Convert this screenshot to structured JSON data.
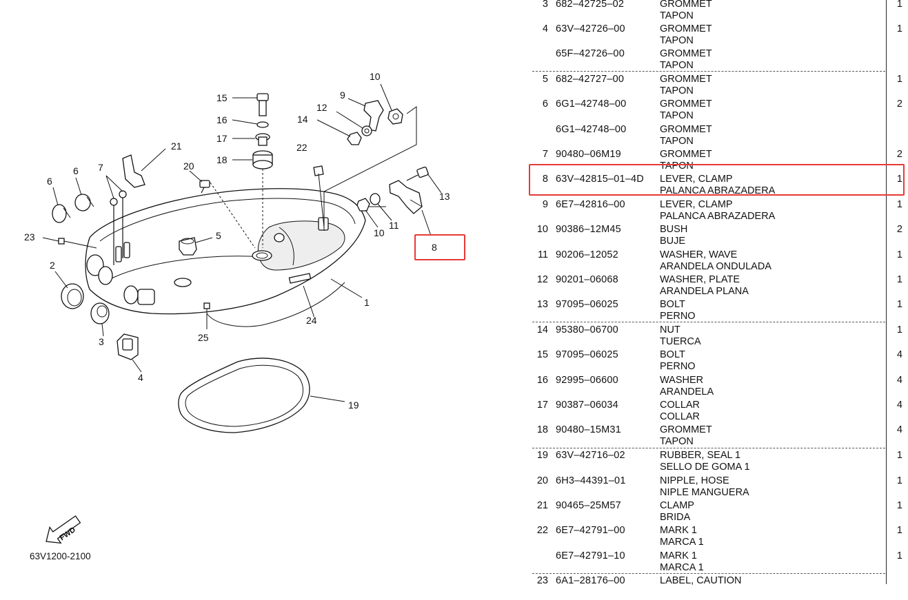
{
  "diagram": {
    "code": "63V1200-2100",
    "fwd": "FWD",
    "callouts": {
      "c1": "1",
      "c2": "2",
      "c3": "3",
      "c4": "4",
      "c5": "5",
      "c6a": "6",
      "c6b": "6",
      "c7": "7",
      "c8": "8",
      "c9": "9",
      "c10a": "10",
      "c10b": "10",
      "c11": "11",
      "c12": "12",
      "c13": "13",
      "c14": "14",
      "c15": "15",
      "c16": "16",
      "c17": "17",
      "c18": "18",
      "c19": "19",
      "c20": "20",
      "c21": "21",
      "c22": "22",
      "c23": "23",
      "c24": "24",
      "c25": "25"
    }
  },
  "parts": [
    {
      "no": "3",
      "pn": "682–42725–02",
      "name_en": "GROMMET",
      "name_es": "TAPON",
      "qty": "1"
    },
    {
      "no": "4",
      "pn": "63V–42726–00",
      "name_en": "GROMMET",
      "name_es": "TAPON",
      "qty": "1"
    },
    {
      "no": "",
      "pn": "65F–42726–00",
      "name_en": "GROMMET",
      "name_es": "TAPON",
      "qty": ""
    },
    {
      "no": "5",
      "pn": "682–42727–00",
      "name_en": "GROMMET",
      "name_es": "TAPON",
      "qty": "1"
    },
    {
      "no": "6",
      "pn": "6G1–42748–00",
      "name_en": "GROMMET",
      "name_es": "TAPON",
      "qty": "2"
    },
    {
      "no": "",
      "pn": "6G1–42748–00",
      "name_en": "GROMMET",
      "name_es": "TAPON",
      "qty": ""
    },
    {
      "no": "7",
      "pn": "90480–06M19",
      "name_en": "GROMMET",
      "name_es": "TAPON",
      "qty": "2"
    },
    {
      "no": "8",
      "pn": "63V–42815–01–4D",
      "name_en": "LEVER, CLAMP",
      "name_es": "PALANCA  ABRAZADERA",
      "qty": "1"
    },
    {
      "no": "9",
      "pn": "6E7–42816–00",
      "name_en": "LEVER, CLAMP",
      "name_es": "PALANCA  ABRAZADERA",
      "qty": "1"
    },
    {
      "no": "10",
      "pn": "90386–12M45",
      "name_en": "BUSH",
      "name_es": "BUJE",
      "qty": "2"
    },
    {
      "no": "11",
      "pn": "90206–12052",
      "name_en": "WASHER, WAVE",
      "name_es": "ARANDELA  ONDULADA",
      "qty": "1"
    },
    {
      "no": "12",
      "pn": "90201–06068",
      "name_en": "WASHER, PLATE",
      "name_es": "ARANDELA PLANA",
      "qty": "1"
    },
    {
      "no": "13",
      "pn": "97095–06025",
      "name_en": "BOLT",
      "name_es": "PERNO",
      "qty": "1"
    },
    {
      "no": "14",
      "pn": "95380–06700",
      "name_en": "NUT",
      "name_es": "TUERCA",
      "qty": "1"
    },
    {
      "no": "15",
      "pn": "97095–06025",
      "name_en": "BOLT",
      "name_es": "PERNO",
      "qty": "4"
    },
    {
      "no": "16",
      "pn": "92995–06600",
      "name_en": "WASHER",
      "name_es": "ARANDELA",
      "qty": "4"
    },
    {
      "no": "17",
      "pn": "90387–06034",
      "name_en": "COLLAR",
      "name_es": "COLLAR",
      "qty": "4"
    },
    {
      "no": "18",
      "pn": "90480–15M31",
      "name_en": "GROMMET",
      "name_es": "TAPON",
      "qty": "4"
    },
    {
      "no": "19",
      "pn": "63V–42716–02",
      "name_en": "RUBBER, SEAL 1",
      "name_es": "SELLO DE GOMA 1",
      "qty": "1"
    },
    {
      "no": "20",
      "pn": "6H3–44391–01",
      "name_en": "NIPPLE, HOSE",
      "name_es": "NIPLE MANGUERA",
      "qty": "1"
    },
    {
      "no": "21",
      "pn": "90465–25M57",
      "name_en": "CLAMP",
      "name_es": "BRIDA",
      "qty": "1"
    },
    {
      "no": "22",
      "pn": "6E7–42791–00",
      "name_en": "MARK 1",
      "name_es": "MARCA 1",
      "qty": "1"
    },
    {
      "no": "",
      "pn": "6E7–42791–10",
      "name_en": "MARK 1",
      "name_es": "MARCA 1",
      "qty": "1"
    },
    {
      "no": "23",
      "pn": "6A1–28176–00",
      "name_en": "LABEL, CAUTION",
      "name_es": "",
      "qty": ""
    }
  ]
}
